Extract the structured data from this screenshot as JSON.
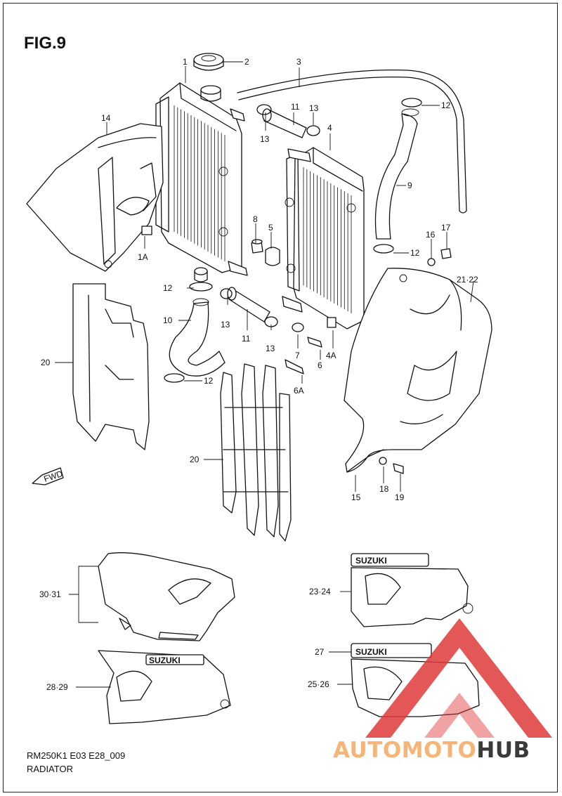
{
  "figure_title": "FIG.9",
  "model_code": "RM250K1 E03 E28_009",
  "section_name": "RADIATOR",
  "watermark": {
    "part_a": "AUTOMOTO",
    "part_b": "HUB",
    "color_a": "#f6b577",
    "color_b": "#3a3a3a",
    "logo_color": "#e03a3a"
  },
  "decal_brand": "SUZUKI",
  "fwd_label": "FWD",
  "callouts": [
    {
      "id": "1",
      "text": "1"
    },
    {
      "id": "2",
      "text": "2"
    },
    {
      "id": "3",
      "text": "3"
    },
    {
      "id": "11a",
      "text": "11"
    },
    {
      "id": "13a",
      "text": "13"
    },
    {
      "id": "13b",
      "text": "13"
    },
    {
      "id": "12a",
      "text": "12"
    },
    {
      "id": "4",
      "text": "4"
    },
    {
      "id": "14",
      "text": "14"
    },
    {
      "id": "9",
      "text": "9"
    },
    {
      "id": "8",
      "text": "8"
    },
    {
      "id": "5",
      "text": "5"
    },
    {
      "id": "16",
      "text": "16"
    },
    {
      "id": "17",
      "text": "17"
    },
    {
      "id": "1A",
      "text": "1A"
    },
    {
      "id": "12b",
      "text": "12"
    },
    {
      "id": "12c",
      "text": "12"
    },
    {
      "id": "21-22",
      "text": "21·22"
    },
    {
      "id": "10",
      "text": "10"
    },
    {
      "id": "13c",
      "text": "13"
    },
    {
      "id": "11b",
      "text": "11"
    },
    {
      "id": "13d",
      "text": "13"
    },
    {
      "id": "7",
      "text": "7"
    },
    {
      "id": "6",
      "text": "6"
    },
    {
      "id": "4A",
      "text": "4A"
    },
    {
      "id": "20a",
      "text": "20"
    },
    {
      "id": "12d",
      "text": "12"
    },
    {
      "id": "6A",
      "text": "6A"
    },
    {
      "id": "20b",
      "text": "20"
    },
    {
      "id": "15",
      "text": "15"
    },
    {
      "id": "18",
      "text": "18"
    },
    {
      "id": "19",
      "text": "19"
    },
    {
      "id": "30-31",
      "text": "30·31"
    },
    {
      "id": "23-24",
      "text": "23·24"
    },
    {
      "id": "27",
      "text": "27"
    },
    {
      "id": "28-29",
      "text": "28·29"
    },
    {
      "id": "25-26",
      "text": "25·26"
    }
  ]
}
